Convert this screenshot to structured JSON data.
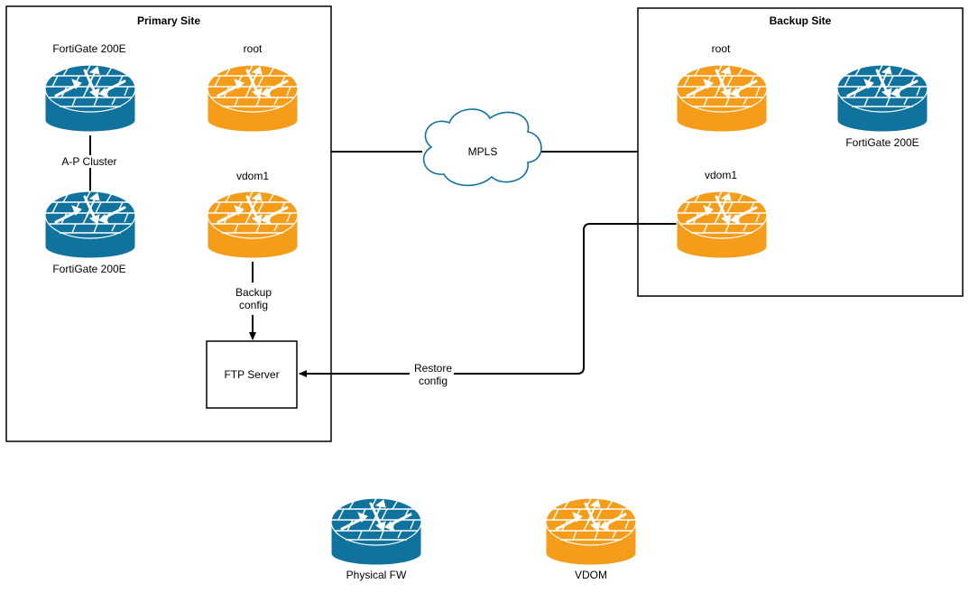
{
  "colors": {
    "physical_fw": "#10739e",
    "vdom": "#f59d1a",
    "line": "#000000",
    "cloud_stroke": "#10739e",
    "icon_grid": "#ffffff"
  },
  "primary_site": {
    "title": "Primary Site",
    "fortigate_top": "FortiGate 200E",
    "cluster_label": "A-P Cluster",
    "fortigate_bottom": "FortiGate 200E",
    "root": "root",
    "vdom1": "vdom1",
    "backup_config": [
      "Backup",
      "config"
    ],
    "ftp_server": "FTP Server"
  },
  "backup_site": {
    "title": "Backup Site",
    "root": "root",
    "fortigate": "FortiGate 200E",
    "vdom1": "vdom1"
  },
  "mpls": "MPLS",
  "restore_config": [
    "Restore",
    "config"
  ],
  "legend": {
    "physical_fw": "Physical FW",
    "vdom": "VDOM"
  }
}
